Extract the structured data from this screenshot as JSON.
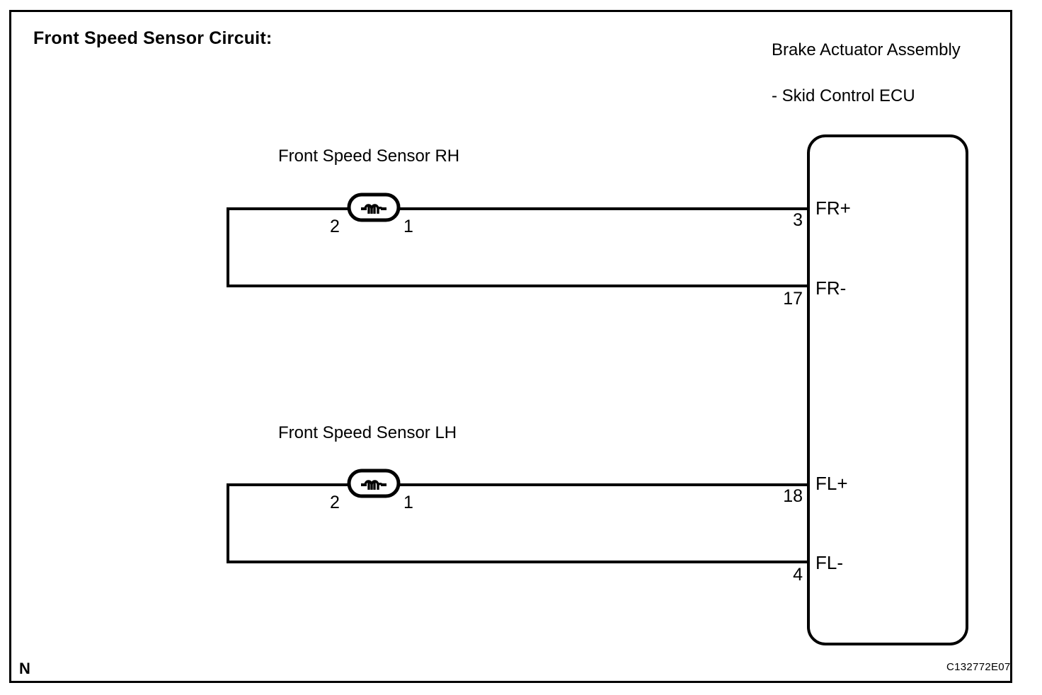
{
  "diagram": {
    "title": "Front Speed Sensor Circuit:",
    "footer_note": "N",
    "document_code": "C132772E07",
    "ecu": {
      "name": "Brake Actuator Assembly",
      "subname": "- Skid Control ECU",
      "pins": [
        {
          "number": "3",
          "label": "FR+"
        },
        {
          "number": "17",
          "label": "FR-"
        },
        {
          "number": "18",
          "label": "FL+"
        },
        {
          "number": "4",
          "label": "FL-"
        }
      ]
    },
    "sensors": [
      {
        "name": "Front Speed Sensor RH",
        "symbol": "inductive-coil-icon",
        "left_pin": "2",
        "right_pin": "1"
      },
      {
        "name": "Front Speed Sensor LH",
        "symbol": "inductive-coil-icon",
        "left_pin": "2",
        "right_pin": "1"
      }
    ],
    "connections": [
      {
        "from": "Front Speed Sensor RH pin 1",
        "to": "Skid Control ECU pin 3 (FR+)"
      },
      {
        "from": "Front Speed Sensor RH pin 2",
        "to": "Skid Control ECU pin 17 (FR-)"
      },
      {
        "from": "Front Speed Sensor LH pin 1",
        "to": "Skid Control ECU pin 18 (FL+)"
      },
      {
        "from": "Front Speed Sensor LH pin 2",
        "to": "Skid Control ECU pin 4 (FL-)"
      }
    ],
    "colors": {
      "line": "#000000",
      "background": "#ffffff"
    }
  }
}
